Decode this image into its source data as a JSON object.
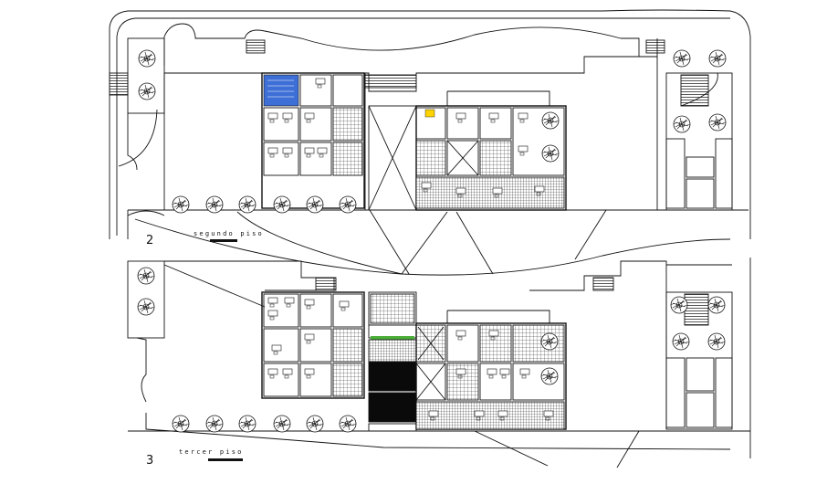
{
  "floors": [
    {
      "number": "2",
      "label": "segundo piso"
    },
    {
      "number": "3",
      "label": "tercer piso"
    }
  ],
  "colors": {
    "line": "#111111",
    "accent_blue": "#3d6fd6",
    "accent_green": "#4caf3a",
    "accent_yellow": "#ffd400",
    "fill_dark": "#0a0a0a"
  }
}
